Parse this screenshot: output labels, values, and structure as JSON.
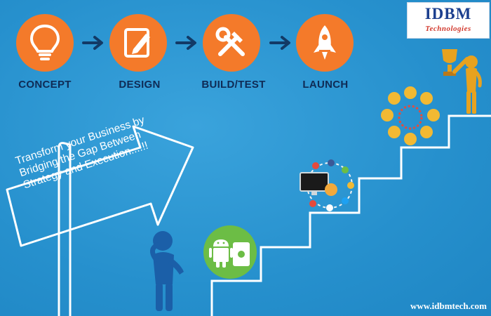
{
  "logo": {
    "main": "IDBM",
    "sub": "Technologies"
  },
  "steps": [
    {
      "label": "CONCEPT",
      "icon": "lightbulb-icon"
    },
    {
      "label": "DESIGN",
      "icon": "pencil-note-icon"
    },
    {
      "label": "BUILD/TEST",
      "icon": "wrench-hammer-icon"
    },
    {
      "label": "LAUNCH",
      "icon": "rocket-icon"
    }
  ],
  "sign": {
    "lines": [
      "Transform your Business by",
      "Bridging the Gap Between",
      "Strategy and Execution...!!!"
    ]
  },
  "footer": {
    "url": "www.idbmtech.com"
  },
  "colors": {
    "background": "#2690cd",
    "step_circle": "#f47a2a",
    "step_label": "#0f2b55",
    "arrow": "#123a66",
    "android_ball": "#6cbd45",
    "trophy": "#e7a21f"
  }
}
